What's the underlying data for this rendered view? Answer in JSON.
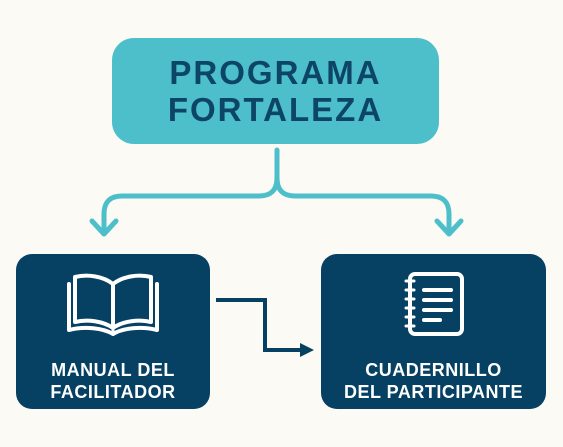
{
  "root": {
    "line1": "PROGRAMA",
    "line2": "FORTALEZA"
  },
  "children": [
    {
      "icon": "open-book-icon",
      "line1": "MANUAL DEL",
      "line2": "FACILITADOR"
    },
    {
      "icon": "spiral-notebook-icon",
      "line1": "CUADERNILLO",
      "line2": "DEL PARTICIPANTE"
    }
  ],
  "colors": {
    "background": "#fbfaf4",
    "root_fill": "#4cbfcb",
    "root_text": "#0d4566",
    "card_fill": "#064163",
    "card_text": "#ffffff",
    "branch_arrow": "#4cbfcb",
    "link_arrow": "#064163"
  }
}
